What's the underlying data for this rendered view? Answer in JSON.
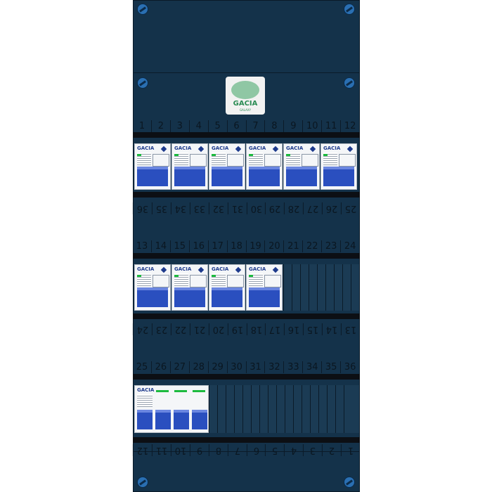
{
  "logo": {
    "name": "GACIA",
    "sub": "GALAXY"
  },
  "breaker_brand": "GACIA",
  "rows": [
    {
      "top_numbers": [
        "1",
        "2",
        "3",
        "4",
        "5",
        "6",
        "7",
        "8",
        "9",
        "10",
        "11",
        "12"
      ],
      "bottom_numbers": [
        "36",
        "35",
        "34",
        "33",
        "32",
        "31",
        "30",
        "29",
        "28",
        "27",
        "26",
        "25"
      ]
    },
    {
      "top_numbers": [
        "13",
        "14",
        "15",
        "16",
        "17",
        "18",
        "19",
        "20",
        "21",
        "22",
        "23",
        "24"
      ],
      "bottom_numbers": [
        "24",
        "23",
        "22",
        "21",
        "20",
        "19",
        "18",
        "17",
        "16",
        "15",
        "14",
        "13"
      ]
    },
    {
      "top_numbers": [
        "25",
        "26",
        "27",
        "28",
        "29",
        "30",
        "31",
        "32",
        "33",
        "34",
        "35",
        "36"
      ],
      "bottom_numbers": [
        "12",
        "11",
        "10",
        "9",
        "8",
        "7",
        "6",
        "5",
        "4",
        "3",
        "2",
        "1"
      ]
    }
  ]
}
